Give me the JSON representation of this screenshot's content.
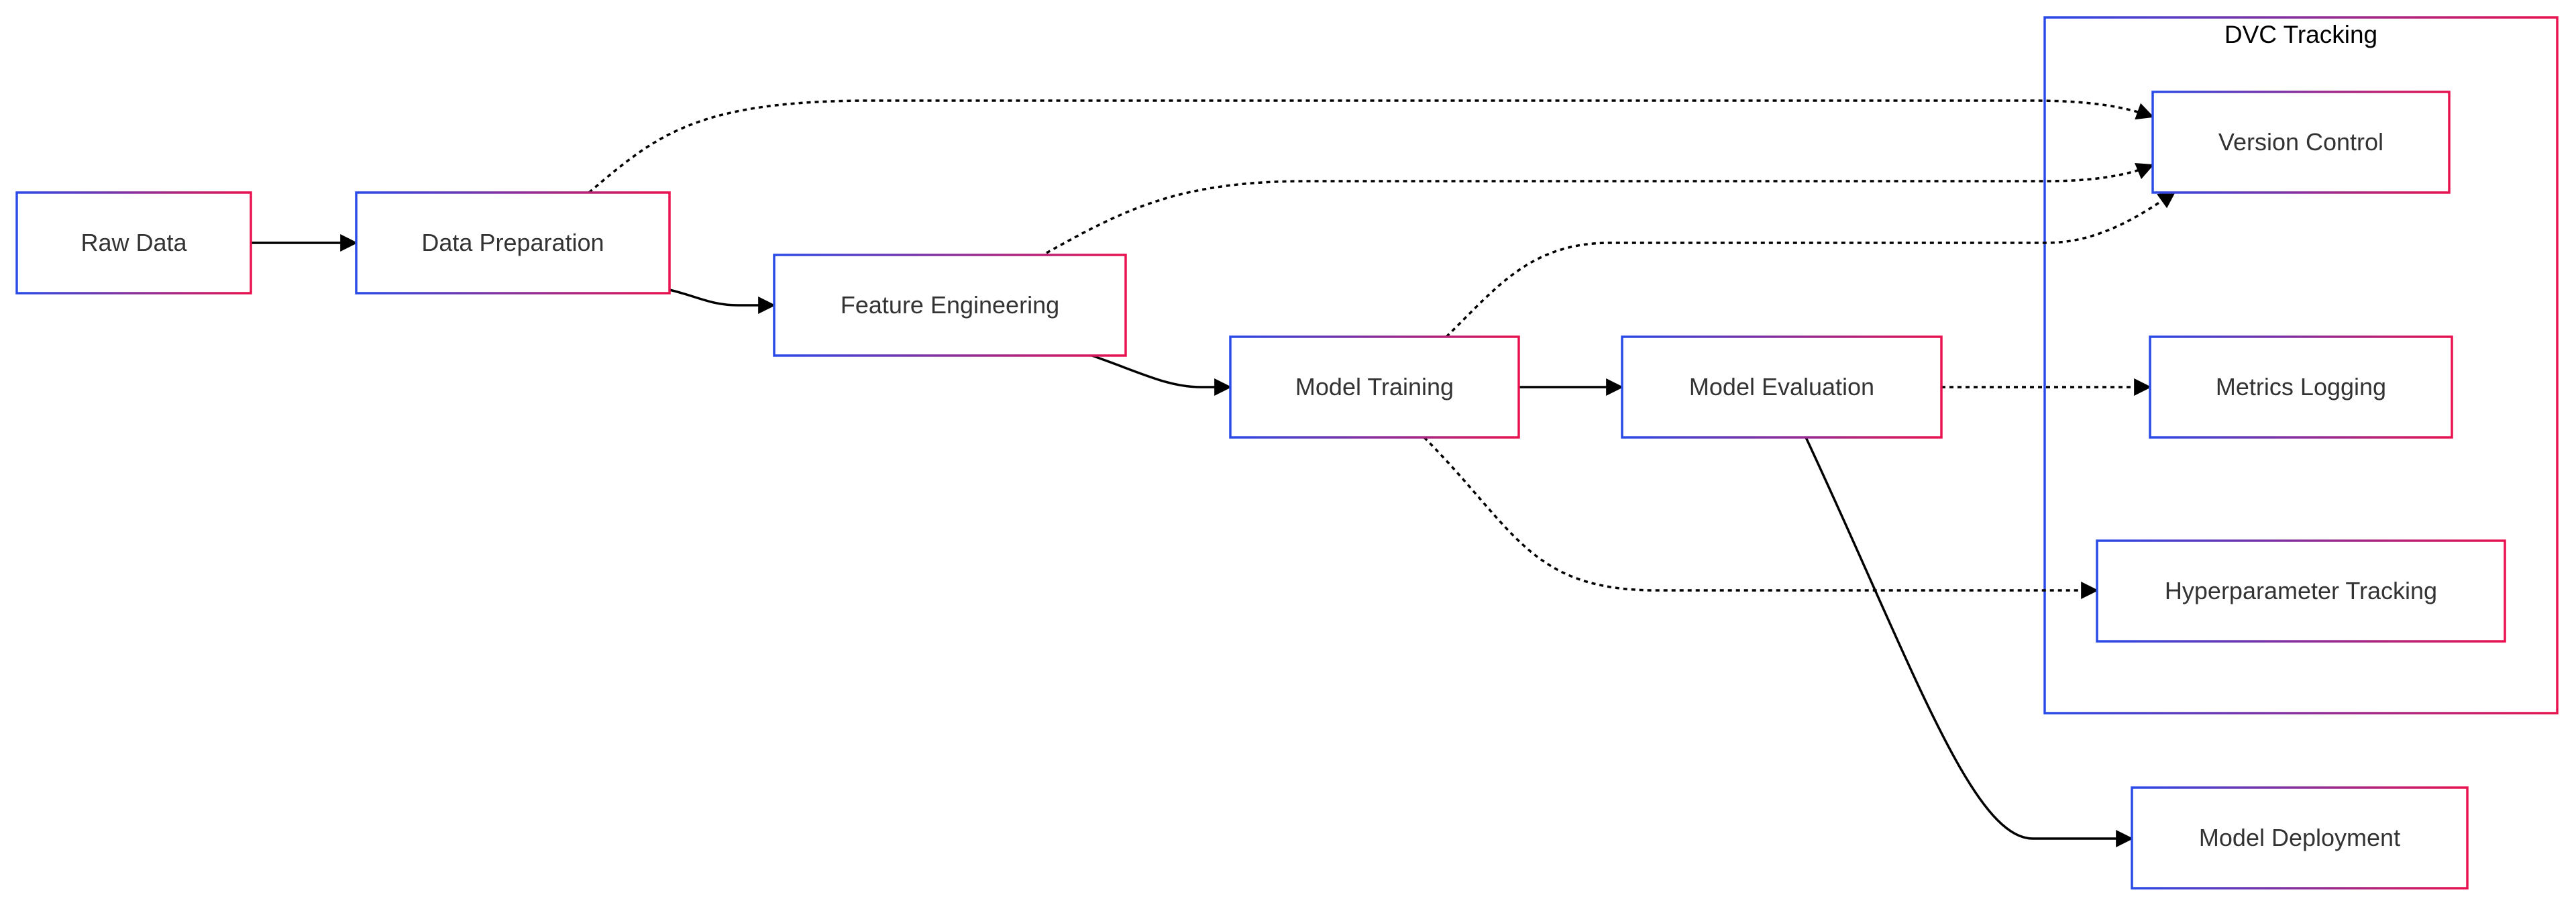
{
  "diagram": {
    "colors": {
      "border_start": "#2a4be8",
      "border_end": "#e8134f",
      "node_fill": "#ffffff",
      "text": "#333333",
      "edge": "#000000"
    },
    "group": {
      "id": "dvc-tracking",
      "label": "DVC Tracking"
    },
    "nodes": [
      {
        "id": "raw-data",
        "label": "Raw Data"
      },
      {
        "id": "data-preparation",
        "label": "Data Preparation"
      },
      {
        "id": "feature-engineering",
        "label": "Feature Engineering"
      },
      {
        "id": "model-training",
        "label": "Model Training"
      },
      {
        "id": "model-evaluation",
        "label": "Model Evaluation"
      },
      {
        "id": "version-control",
        "label": "Version Control"
      },
      {
        "id": "metrics-logging",
        "label": "Metrics Logging"
      },
      {
        "id": "hyperparameter-tracking",
        "label": "Hyperparameter Tracking"
      },
      {
        "id": "model-deployment",
        "label": "Model Deployment"
      }
    ],
    "edges": [
      {
        "from": "raw-data",
        "to": "data-preparation",
        "style": "solid"
      },
      {
        "from": "data-preparation",
        "to": "feature-engineering",
        "style": "solid"
      },
      {
        "from": "feature-engineering",
        "to": "model-training",
        "style": "solid"
      },
      {
        "from": "model-training",
        "to": "model-evaluation",
        "style": "solid"
      },
      {
        "from": "model-evaluation",
        "to": "model-deployment",
        "style": "solid"
      },
      {
        "from": "data-preparation",
        "to": "version-control",
        "style": "dotted"
      },
      {
        "from": "feature-engineering",
        "to": "version-control",
        "style": "dotted"
      },
      {
        "from": "model-training",
        "to": "version-control",
        "style": "dotted"
      },
      {
        "from": "model-evaluation",
        "to": "metrics-logging",
        "style": "dotted"
      },
      {
        "from": "model-training",
        "to": "hyperparameter-tracking",
        "style": "dotted"
      }
    ]
  }
}
